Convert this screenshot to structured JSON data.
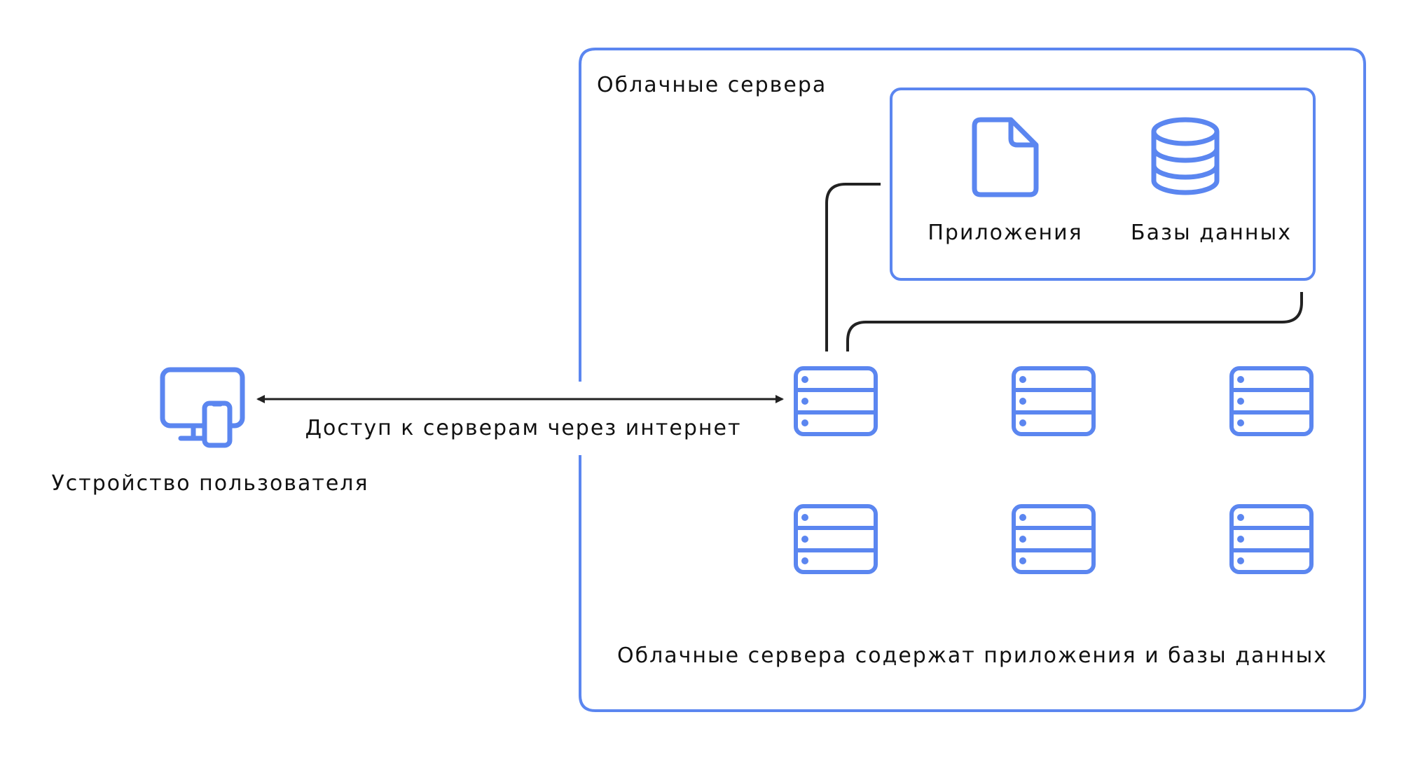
{
  "labels": {
    "cloud_title": "Облачные сервера",
    "apps": "Приложения",
    "databases": "Базы данных",
    "connection": "Доступ к серверам через интернет",
    "user_device": "Устройство пользователя",
    "cloud_caption": "Облачные сервера содержат приложения и базы данных"
  },
  "icons": {
    "user_device": "monitor-phone-icon",
    "app": "document-icon",
    "database": "database-icon",
    "server": "server-rack-icon"
  },
  "colors": {
    "accent": "#5b86f0",
    "line": "#222222",
    "text": "#111111",
    "background": "#ffffff"
  }
}
